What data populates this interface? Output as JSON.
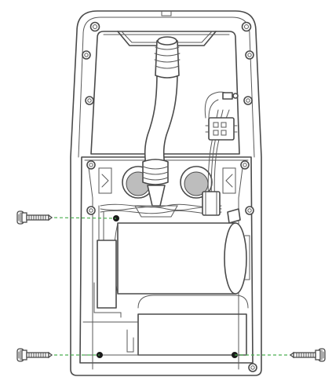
{
  "diagram": {
    "colors": {
      "line": "#4a4a4a",
      "light_line": "#8a8a8a",
      "port_fill": "#bdbdbd",
      "hole_fill": "#1a1a1a",
      "guide_line": "#4caf50",
      "background": "#ffffff"
    },
    "screws": [
      {
        "name": "screw-top-left",
        "icon": "screw-icon",
        "direction": "right"
      },
      {
        "name": "screw-bottom-left",
        "icon": "screw-icon",
        "direction": "right"
      },
      {
        "name": "screw-bottom-right",
        "icon": "screw-icon",
        "direction": "left"
      }
    ],
    "guide_lines": 3,
    "screw_holes": 3
  }
}
